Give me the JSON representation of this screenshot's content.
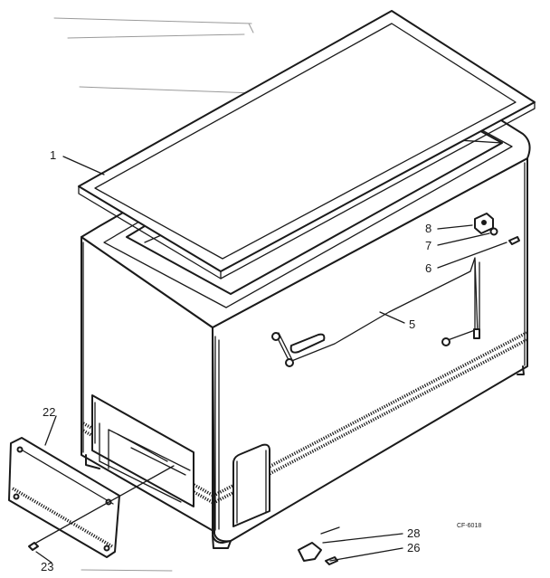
{
  "drawing_code": "CF-6018",
  "callouts": [
    {
      "id": "1",
      "label": "1"
    },
    {
      "id": "8",
      "label": "8"
    },
    {
      "id": "7",
      "label": "7"
    },
    {
      "id": "6",
      "label": "6"
    },
    {
      "id": "5",
      "label": "5"
    },
    {
      "id": "22",
      "label": "22"
    },
    {
      "id": "23",
      "label": "23"
    },
    {
      "id": "28",
      "label": "28"
    },
    {
      "id": "26",
      "label": "26"
    }
  ]
}
